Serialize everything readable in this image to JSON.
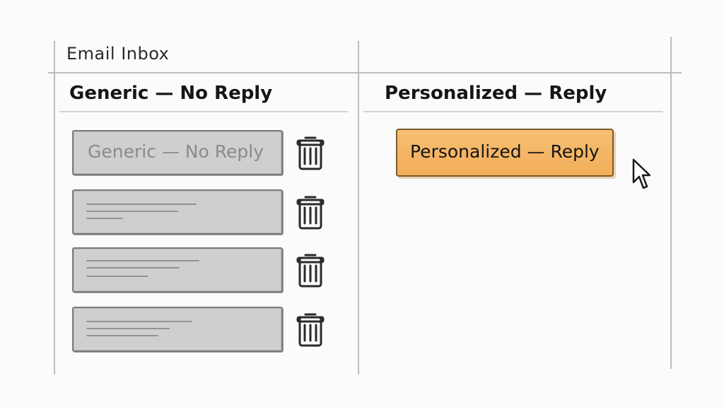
{
  "header": {
    "title": "Email Inbox"
  },
  "columns": {
    "left": {
      "title": "Generic — No Reply",
      "emails": [
        {
          "label": "Generic — No Reply",
          "lines": []
        },
        {
          "label": "",
          "lines": [
            3
          ]
        },
        {
          "label": "",
          "lines": [
            3
          ]
        },
        {
          "label": "",
          "lines": [
            3
          ]
        }
      ],
      "actions": {
        "delete_icon": "trash-icon"
      }
    },
    "right": {
      "title": "Personalized — Reply",
      "reply_button": {
        "label": "Personalized — Reply",
        "color": "#F2AD59"
      },
      "cursor_icon": "cursor-icon"
    }
  },
  "colors": {
    "gray_fill": "#CFCFCF",
    "orange_fill": "#F2AD59",
    "line_gray": "#BDBDBD"
  }
}
